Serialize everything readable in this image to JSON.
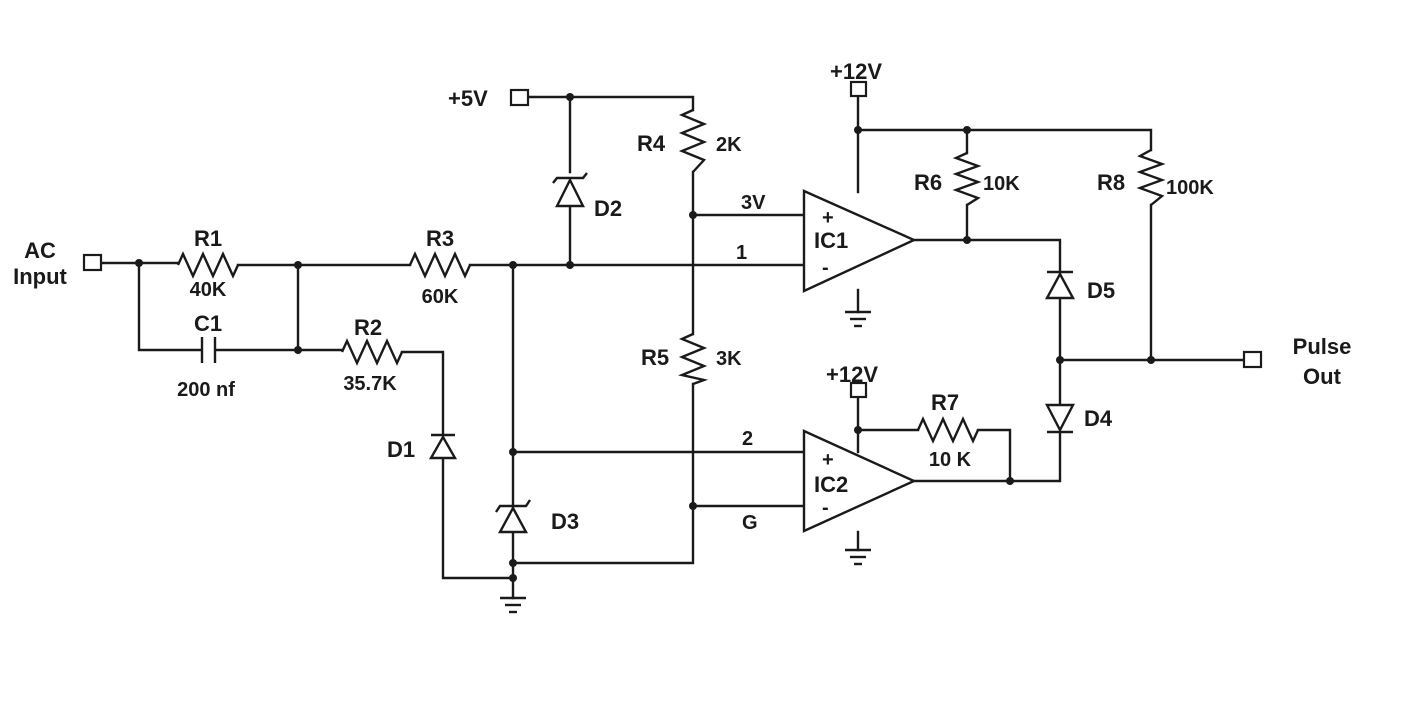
{
  "labels": {
    "ac_input_line1": "AC",
    "ac_input_line2": "Input",
    "supply_5v": "+5V",
    "supply_12v_top": "+12V",
    "supply_12v_bottom": "+12V",
    "pulse_out_line1": "Pulse",
    "pulse_out_line2": "Out",
    "node_3v": "3V",
    "node_1": "1",
    "node_2": "2",
    "node_g": "G"
  },
  "components": {
    "r1": {
      "name": "R1",
      "value": "40K"
    },
    "r2": {
      "name": "R2",
      "value": "35.7K"
    },
    "r3": {
      "name": "R3",
      "value": "60K"
    },
    "r4": {
      "name": "R4",
      "value": "2K"
    },
    "r5": {
      "name": "R5",
      "value": "3K"
    },
    "r6": {
      "name": "R6",
      "value": "10K"
    },
    "r7": {
      "name": "R7",
      "value": "10 K"
    },
    "r8": {
      "name": "R8",
      "value": "100K"
    },
    "c1": {
      "name": "C1",
      "value": "200 nf"
    },
    "d1": {
      "name": "D1"
    },
    "d2": {
      "name": "D2"
    },
    "d3": {
      "name": "D3"
    },
    "d4": {
      "name": "D4"
    },
    "d5": {
      "name": "D5"
    },
    "ic1": {
      "name": "IC1",
      "plus": "+",
      "minus": "-"
    },
    "ic2": {
      "name": "IC2",
      "plus": "+",
      "minus": "-"
    }
  }
}
